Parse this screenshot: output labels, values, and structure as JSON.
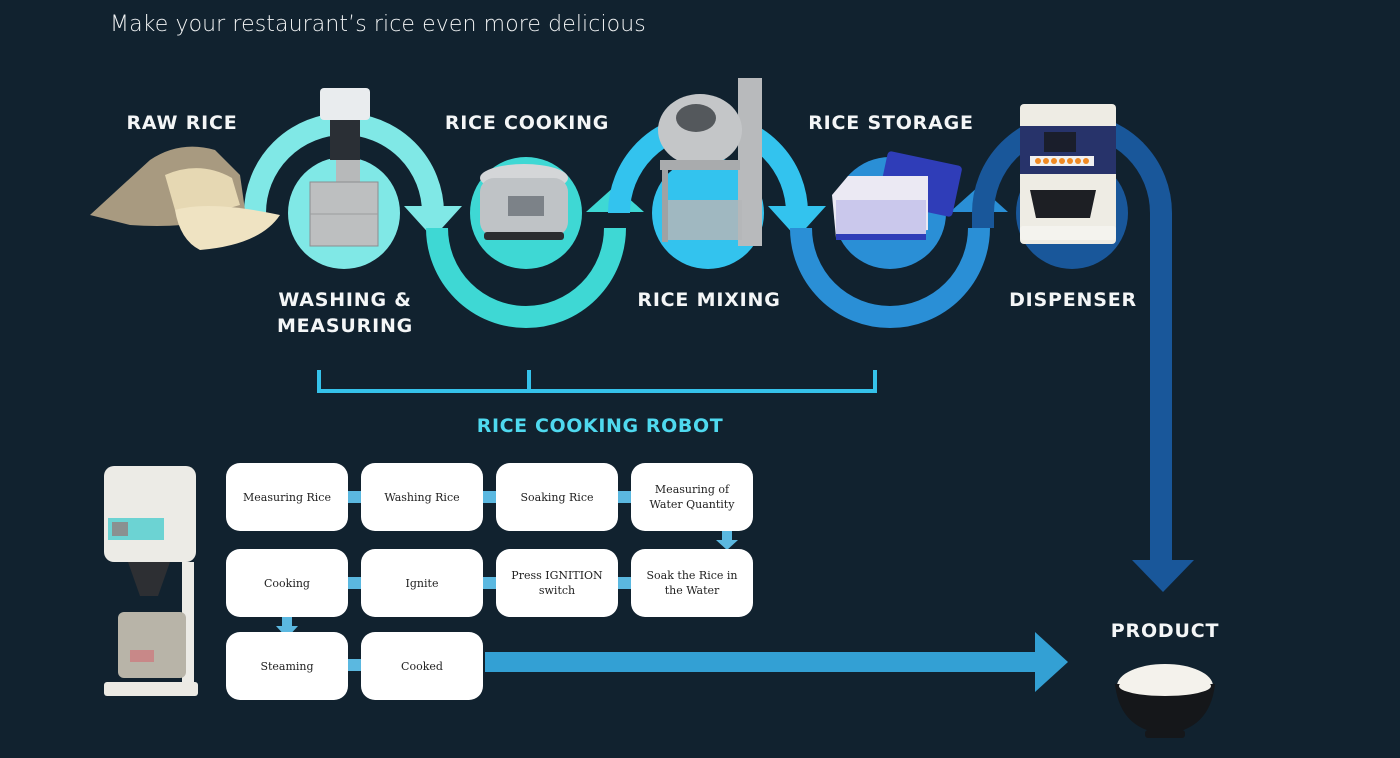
{
  "header": {
    "title": "Make your restaurant’s rice even more delicious"
  },
  "stages": [
    {
      "label": "RAW RICE",
      "image": "rice-sack"
    },
    {
      "label": "WASHING &\nMEASURING",
      "image": "washing-machine"
    },
    {
      "label": "RICE COOKING",
      "image": "rice-cooker"
    },
    {
      "label": "RICE MIXING",
      "image": "rice-mixer"
    },
    {
      "label": "RICE STORAGE",
      "image": "storage-box"
    },
    {
      "label": "DISPENSER",
      "image": "rice-dispenser"
    }
  ],
  "robot": {
    "label": "RICE COOKING ROBOT",
    "image": "rice-cooking-robot",
    "steps": [
      {
        "label": "Measuring Rice"
      },
      {
        "label": "Washing Rice"
      },
      {
        "label": "Soaking Rice"
      },
      {
        "label": "Measuring of Water Quantity"
      },
      {
        "label": "Cooking"
      },
      {
        "label": "Ignite"
      },
      {
        "label": "Press IGNITION switch"
      },
      {
        "label": "Soak the Rice in the Water"
      },
      {
        "label": "Steaming"
      },
      {
        "label": "Cooked"
      }
    ]
  },
  "product": {
    "label": "PRODUCT",
    "image": "rice-bowl"
  },
  "colors": {
    "background": "#11222f",
    "arc1": "#80e8e6",
    "arc2": "#3ed8d4",
    "arc3": "#33c3ee",
    "arc4": "#2a8fd6",
    "arc5": "#19579a",
    "bracket": "#35c2ea",
    "robot_label": "#4fd9ef",
    "step_arrow": "#5bb8e0",
    "output_arrow": "#33a0d4"
  }
}
